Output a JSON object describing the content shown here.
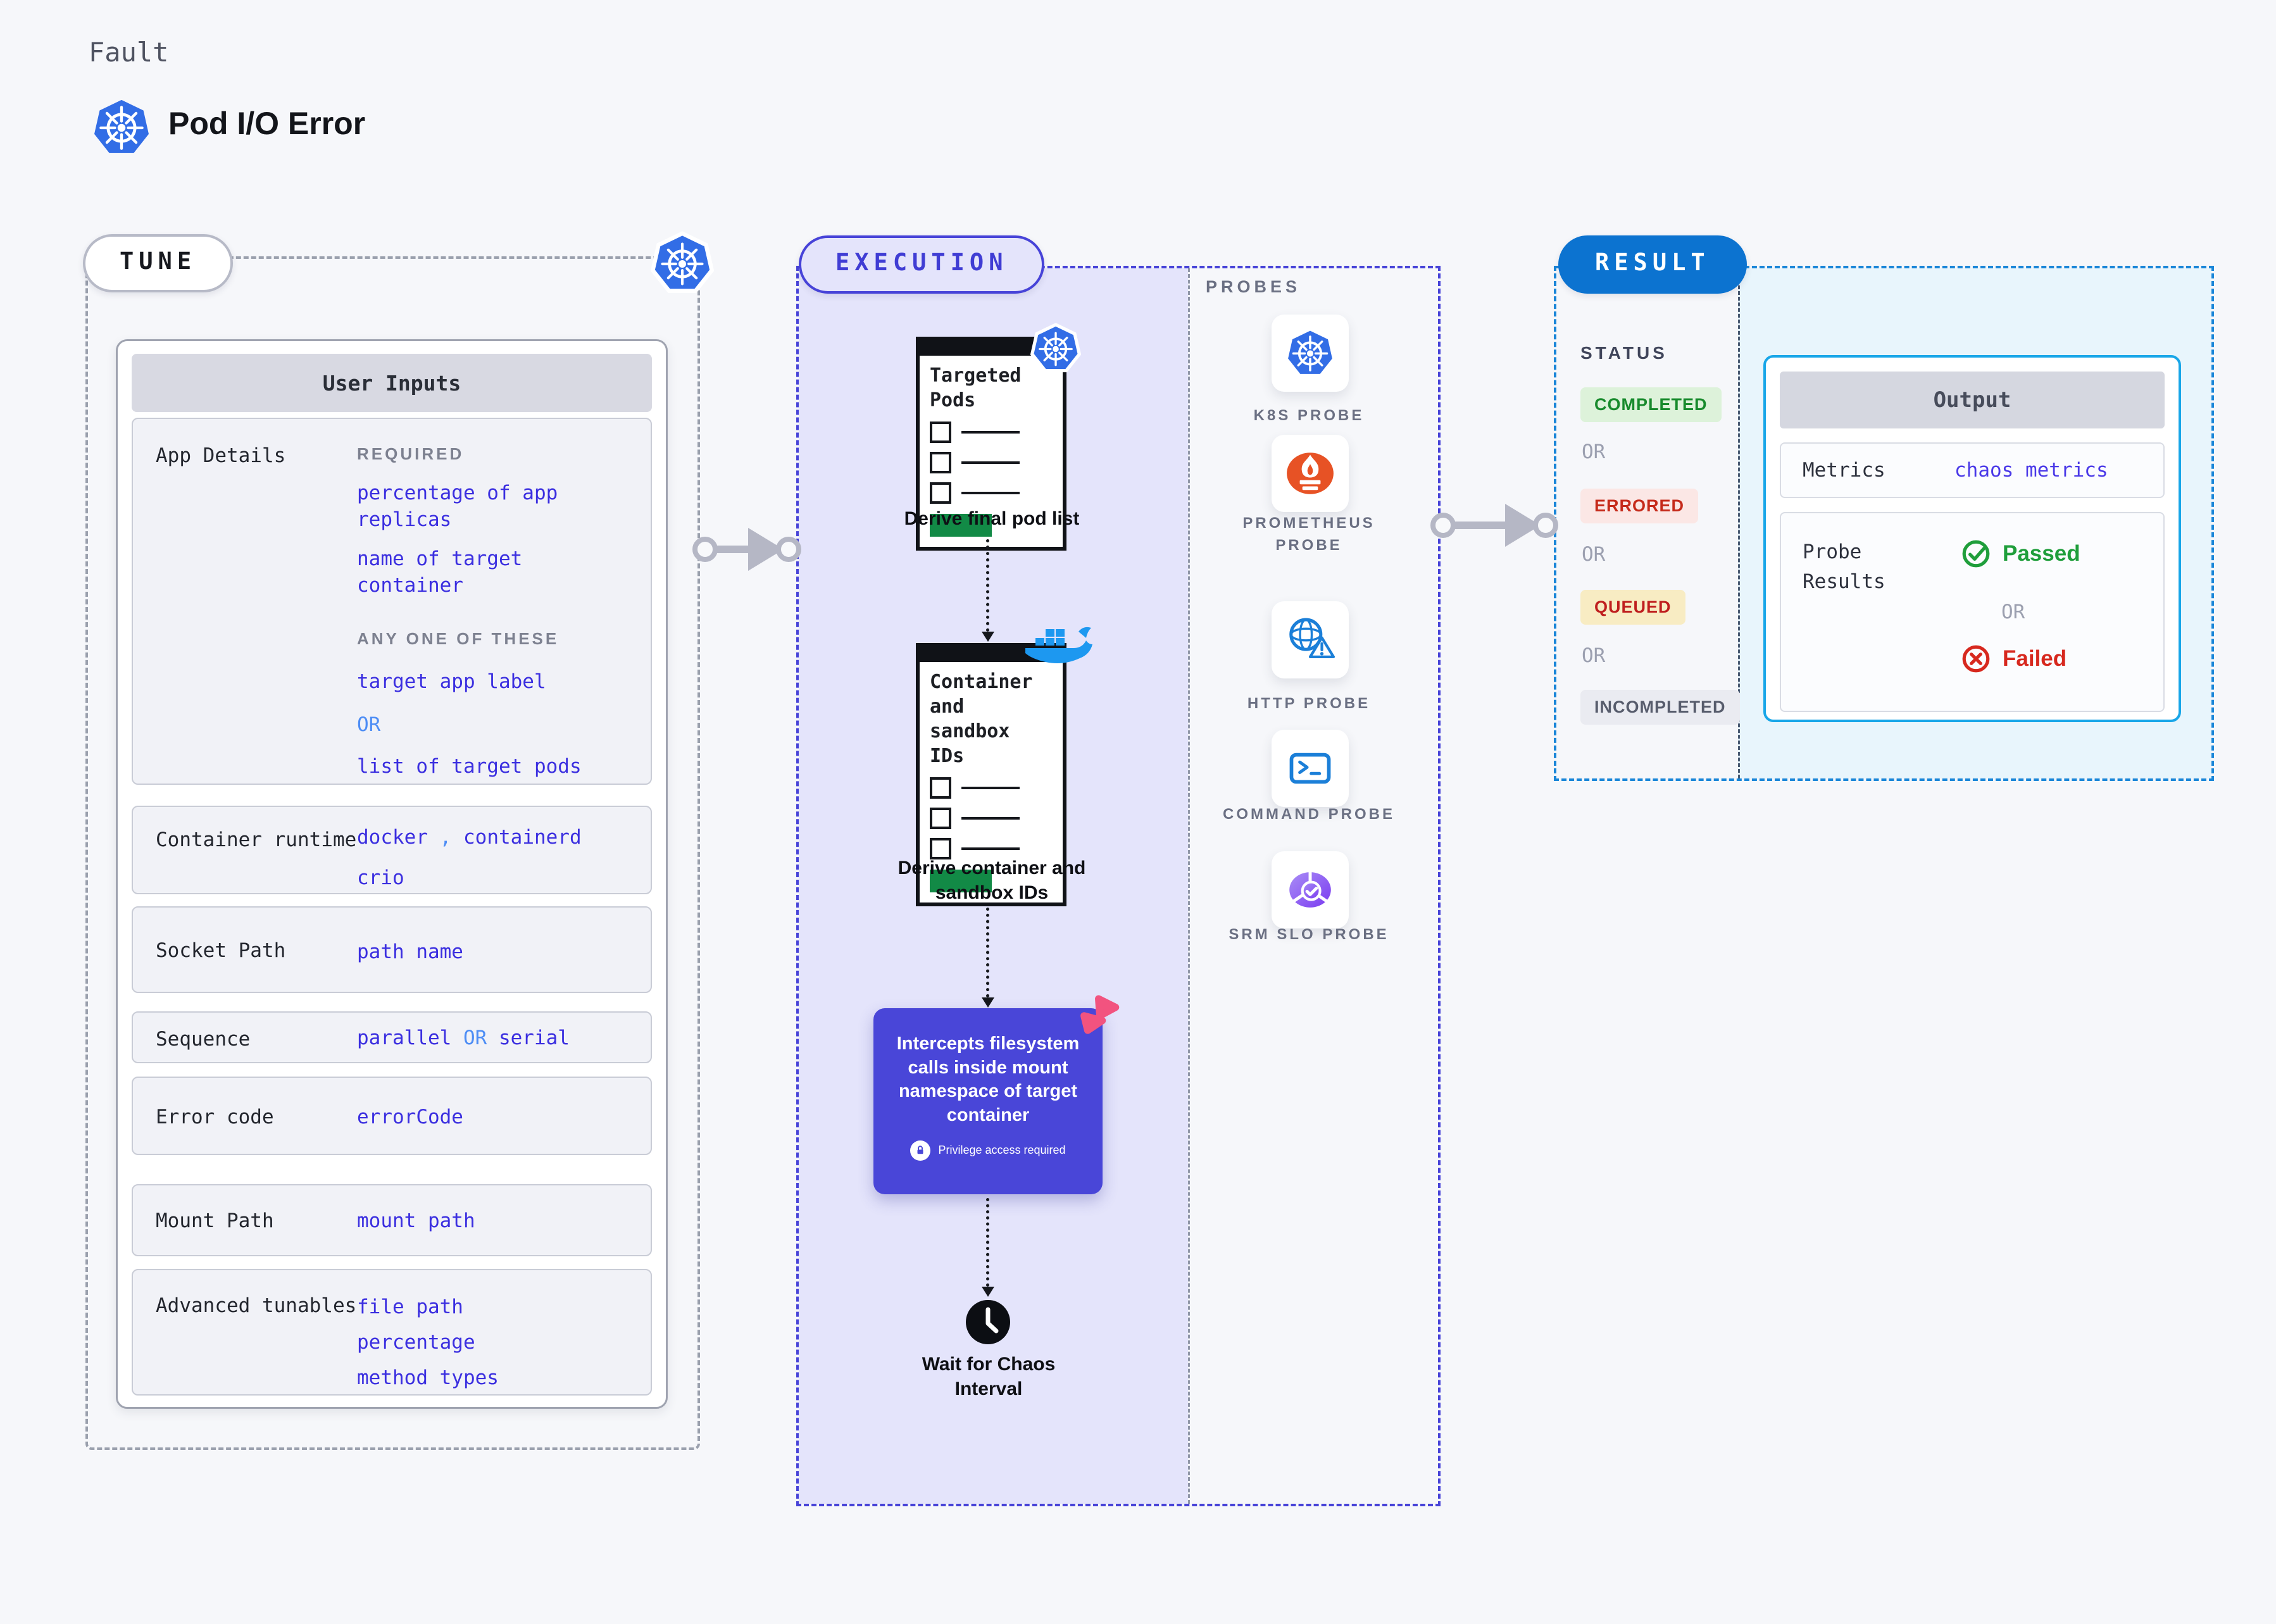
{
  "header": {
    "category": "Fault",
    "title": "Pod I/O Error"
  },
  "tune": {
    "label": "TUNE",
    "card_title": "User Inputs",
    "app_details": {
      "label": "App Details",
      "required_caption": "REQUIRED",
      "required_1": "percentage of app replicas",
      "required_2": "name of target container",
      "anyone_caption": "ANY ONE OF THESE",
      "option_1": "target app label",
      "or": "OR",
      "option_2": "list of target pods"
    },
    "container_runtime": {
      "label": "Container runtime",
      "value_1": "docker",
      "comma": ",",
      "value_2": "containerd",
      "value_3": "crio"
    },
    "socket_path": {
      "label": "Socket Path",
      "value": "path name"
    },
    "sequence": {
      "label": "Sequence",
      "value_1": "parallel",
      "or": "OR",
      "value_2": "serial"
    },
    "error_code": {
      "label": "Error code",
      "value": "errorCode"
    },
    "mount_path": {
      "label": "Mount Path",
      "value": "mount path"
    },
    "advanced": {
      "label": "Advanced tunables",
      "value_1": "file path",
      "value_2": "percentage",
      "value_3": "method types"
    }
  },
  "execution": {
    "label": "EXECUTION",
    "step1": {
      "doc_title": "Targeted Pods",
      "caption": "Derive final pod list"
    },
    "step2": {
      "doc_title": "Container and sandbox IDs",
      "caption": "Derive container and sandbox IDs"
    },
    "intercept": {
      "text": "Intercepts filesystem calls inside mount namespace of target container",
      "privilege": "Privilege access required"
    },
    "wait_caption": "Wait for Chaos Interval"
  },
  "probes": {
    "label": "PROBES",
    "items": [
      {
        "name": "K8S PROBE",
        "icon": "k8s-icon"
      },
      {
        "name": "PROMETHEUS PROBE",
        "icon": "prometheus-icon"
      },
      {
        "name": "HTTP PROBE",
        "icon": "http-globe-warning-icon"
      },
      {
        "name": "COMMAND PROBE",
        "icon": "terminal-icon"
      },
      {
        "name": "SRM SLO PROBE",
        "icon": "slo-donut-check-icon"
      }
    ]
  },
  "result": {
    "label": "RESULT",
    "status_caption": "STATUS",
    "completed": "COMPLETED",
    "or_1": "OR",
    "errored": "ERRORED",
    "or_2": "OR",
    "queued": "QUEUED",
    "or_3": "OR",
    "incompleted": "INCOMPLETED",
    "output": {
      "title": "Output",
      "metrics_label": "Metrics",
      "metrics_value": "chaos metrics",
      "probe_label": "Probe Results",
      "passed": "Passed",
      "or": "OR",
      "failed": "Failed"
    }
  },
  "colors": {
    "value_indigo": "#3b2fe0",
    "or_blue": "#4d8df5",
    "execution_purple": "#4946d8",
    "execution_border": "#4743d8",
    "result_pill_blue": "#0c73d0",
    "result_border_blue": "#1a86d8",
    "completed_green": "#178a2c",
    "errored_red": "#c52a1a",
    "queued_bg_yellow": "#f8ecc3",
    "passed_green": "#1f9e3b",
    "failed_red": "#d7281e",
    "k8s_blue": "#326de6",
    "prometheus_orange": "#e75225",
    "docker_blue": "#1d98f0",
    "chaos_pink": "#f2537f",
    "green_bar": "#128a46"
  }
}
